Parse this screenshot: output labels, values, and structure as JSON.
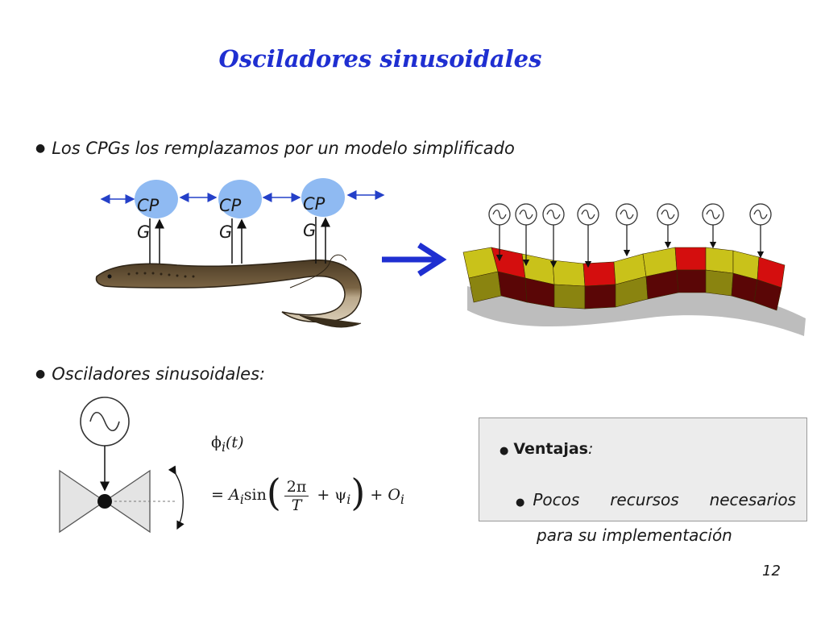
{
  "slide": {
    "title": "Osciladores sinusoidales",
    "page_number": "12"
  },
  "bullets": {
    "first": "Los CPGs los remplazamos por un modelo simplificado",
    "second": "Osciladores sinusoidales:"
  },
  "cpg": {
    "labels": [
      {
        "top": "CP",
        "bottom": "G"
      },
      {
        "top": "CP",
        "bottom": "G"
      },
      {
        "top": "CP",
        "bottom": "G"
      }
    ]
  },
  "formula": {
    "lhs": "ϕ",
    "lhs_sub": "i",
    "lhs_arg": "(t)",
    "eq": "=",
    "amp": "A",
    "amp_sub": "i",
    "fn": "sin",
    "num": "2π",
    "den": "T",
    "plus1": "+",
    "phase": "ψ",
    "phase_sub": "i",
    "plus2": "+",
    "offset": "O",
    "offset_sub": "i"
  },
  "advantages": {
    "title": "Ventajas",
    "colon": ":",
    "words": [
      "Pocos",
      "recursos",
      "necesarios"
    ],
    "line2": "para su implementación"
  },
  "colors": {
    "title": "#1f2fd1",
    "arrow": "#1f2fd1",
    "cpg_fill": "#8fbaf2",
    "segment_yellow": "#c9c21a",
    "segment_red": "#d40e0e",
    "segment_dark": "#5a0606"
  },
  "icons": {
    "oscillator": "sine-wave-circle-icon",
    "big_arrow": "right-arrow-icon"
  }
}
